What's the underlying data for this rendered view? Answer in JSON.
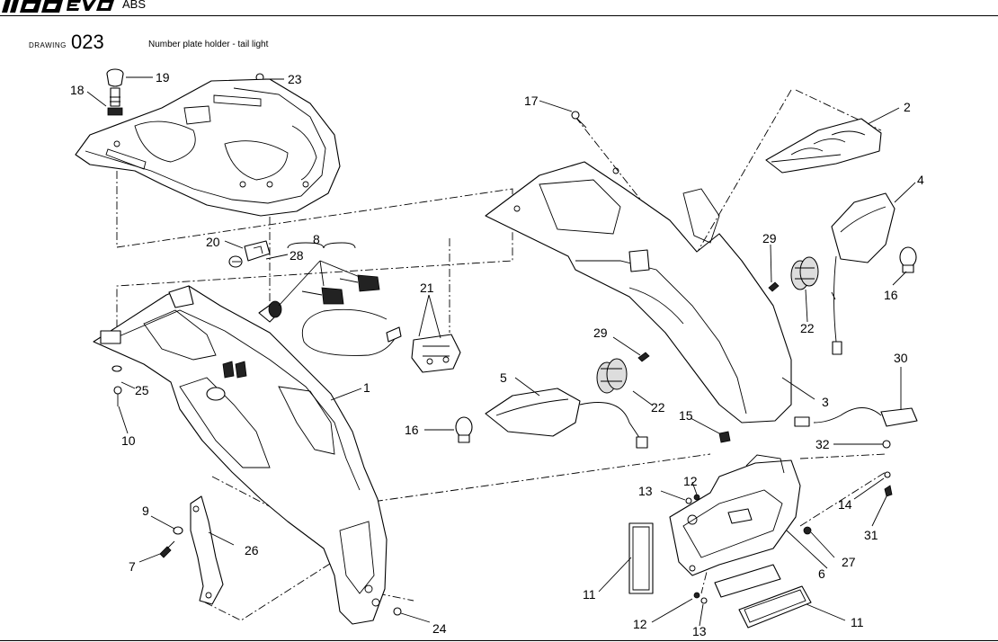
{
  "header": {
    "logo_text": "1100 EVO",
    "model_suffix": "ABS"
  },
  "drawing": {
    "label": "DRAWING",
    "number": "023",
    "title": "Number plate holder - tail light"
  },
  "callouts": {
    "c1": "1",
    "c2": "2",
    "c3": "3",
    "c4": "4",
    "c5": "5",
    "c6": "6",
    "c7": "7",
    "c8": "8",
    "c9": "9",
    "c10": "10",
    "c11a": "11",
    "c11b": "11",
    "c12a": "12",
    "c12b": "12",
    "c13a": "13",
    "c13b": "13",
    "c14": "14",
    "c15": "15",
    "c16a": "16",
    "c16b": "16",
    "c17": "17",
    "c18": "18",
    "c19": "19",
    "c20": "20",
    "c21": "21",
    "c22a": "22",
    "c22b": "22",
    "c23": "23",
    "c24": "24",
    "c25": "25",
    "c26": "26",
    "c27": "27",
    "c28": "28",
    "c29a": "29",
    "c29b": "29",
    "c30": "30",
    "c31": "31",
    "c32": "32"
  }
}
